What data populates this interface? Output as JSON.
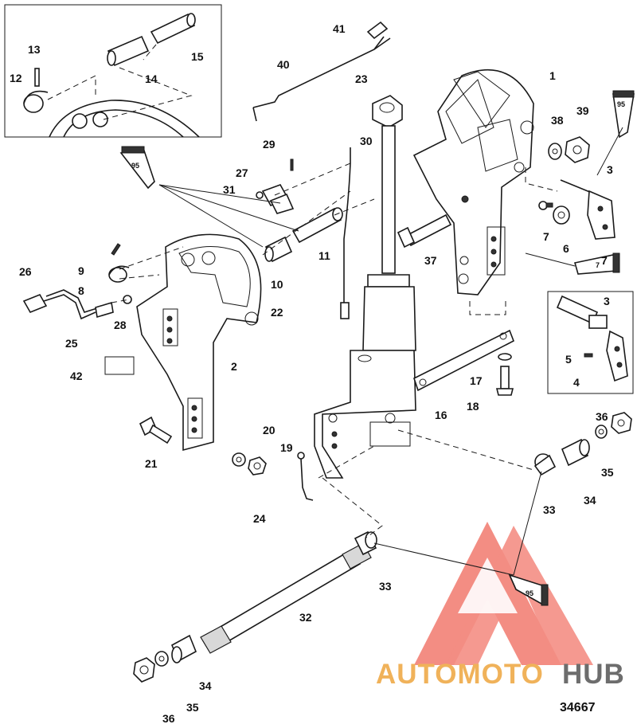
{
  "diagram_number": "34667",
  "watermark": {
    "text_a": "AUTOMOTO",
    "text_b": "HUB",
    "color_a": "#f0b25a",
    "color_b": "#6d6d6d",
    "logo_color": "#f27a6e"
  },
  "callouts": [
    {
      "id": "c1",
      "label": "1"
    },
    {
      "id": "c2",
      "label": "2"
    },
    {
      "id": "c3a",
      "label": "3"
    },
    {
      "id": "c3b",
      "label": "3"
    },
    {
      "id": "c4",
      "label": "4"
    },
    {
      "id": "c5",
      "label": "5"
    },
    {
      "id": "c6",
      "label": "6"
    },
    {
      "id": "c7a",
      "label": "7"
    },
    {
      "id": "c7b",
      "label": "7"
    },
    {
      "id": "c8",
      "label": "8"
    },
    {
      "id": "c9",
      "label": "9"
    },
    {
      "id": "c10",
      "label": "10"
    },
    {
      "id": "c11",
      "label": "11"
    },
    {
      "id": "c12",
      "label": "12"
    },
    {
      "id": "c13",
      "label": "13"
    },
    {
      "id": "c14",
      "label": "14"
    },
    {
      "id": "c15",
      "label": "15"
    },
    {
      "id": "c16",
      "label": "16"
    },
    {
      "id": "c17",
      "label": "17"
    },
    {
      "id": "c18",
      "label": "18"
    },
    {
      "id": "c19",
      "label": "19"
    },
    {
      "id": "c20",
      "label": "20"
    },
    {
      "id": "c21",
      "label": "21"
    },
    {
      "id": "c22",
      "label": "22"
    },
    {
      "id": "c23",
      "label": "23"
    },
    {
      "id": "c24",
      "label": "24"
    },
    {
      "id": "c25",
      "label": "25"
    },
    {
      "id": "c26",
      "label": "26"
    },
    {
      "id": "c27",
      "label": "27"
    },
    {
      "id": "c28",
      "label": "28"
    },
    {
      "id": "c29",
      "label": "29"
    },
    {
      "id": "c30",
      "label": "30"
    },
    {
      "id": "c31",
      "label": "31"
    },
    {
      "id": "c32",
      "label": "32"
    },
    {
      "id": "c33a",
      "label": "33"
    },
    {
      "id": "c33b",
      "label": "33"
    },
    {
      "id": "c34a",
      "label": "34"
    },
    {
      "id": "c34b",
      "label": "34"
    },
    {
      "id": "c35a",
      "label": "35"
    },
    {
      "id": "c35b",
      "label": "35"
    },
    {
      "id": "c36a",
      "label": "36"
    },
    {
      "id": "c36b",
      "label": "36"
    },
    {
      "id": "c37",
      "label": "37"
    },
    {
      "id": "c38",
      "label": "38"
    },
    {
      "id": "c39",
      "label": "39"
    },
    {
      "id": "c40",
      "label": "40"
    },
    {
      "id": "c41",
      "label": "41"
    },
    {
      "id": "c42",
      "label": "42"
    }
  ],
  "tubes": [
    {
      "id": "tube-95-left",
      "label": "95"
    },
    {
      "id": "tube-95-right",
      "label": "95"
    },
    {
      "id": "tube-95-bottom",
      "label": "95"
    },
    {
      "id": "tube-7",
      "label": "7"
    }
  ]
}
